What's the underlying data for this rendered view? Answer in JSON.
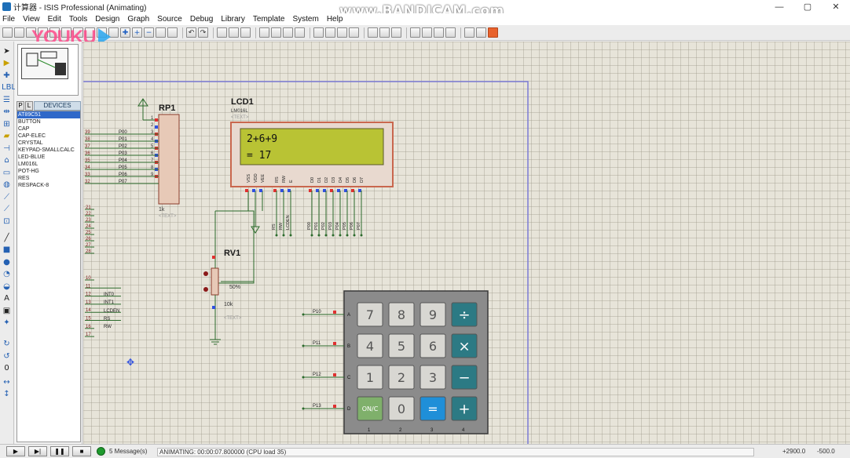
{
  "window": {
    "title": "计算器 - ISIS Professional (Animating)",
    "controls": [
      "—",
      "▢",
      "✕"
    ],
    "watermark": "www.BANDICAM.com",
    "overlay_logo": "YOUKU"
  },
  "menu": [
    "File",
    "View",
    "Edit",
    "Tools",
    "Design",
    "Graph",
    "Source",
    "Debug",
    "Library",
    "Template",
    "System",
    "Help"
  ],
  "left_panel": {
    "tab_p": "P",
    "tab_l": "L",
    "title": "DEVICES",
    "devices": [
      "AT89C51",
      "BUTTON",
      "CAP",
      "CAP-ELEC",
      "CRYSTAL",
      "KEYPAD-SMALLCALC",
      "LED-BLUE",
      "LM016L",
      "POT-HG",
      "RES",
      "RESPACK-8"
    ],
    "selected_index": 0
  },
  "schematic": {
    "rp1": {
      "name": "RP1",
      "value": "1k",
      "text": "<TEXT>",
      "pin_numbers": [
        "1",
        "2",
        "3",
        "4",
        "5",
        "6",
        "7",
        "8",
        "9"
      ]
    },
    "mcu_port0": {
      "pin_numbers": [
        "39",
        "38",
        "37",
        "36",
        "35",
        "34",
        "33",
        "32"
      ],
      "net_labels": [
        "P00",
        "P01",
        "P02",
        "P03",
        "P04",
        "P05",
        "P06",
        "P07"
      ]
    },
    "mcu_port2_pins": [
      "21",
      "22",
      "23",
      "24",
      "25",
      "26",
      "27",
      "28"
    ],
    "mcu_port1_pins": [
      "10",
      "11",
      "12",
      "13",
      "14",
      "15",
      "16",
      "17"
    ],
    "mcu_port1_labels": [
      "INT0",
      "INT1",
      "LCDEN",
      "RS",
      "RW"
    ],
    "lcd": {
      "name": "LCD1",
      "model": "LM016L",
      "text": "<TEXT>",
      "line1": "2+6+9",
      "line2": "= 17",
      "pin_labels": [
        "VSS",
        "VDD",
        "VEE",
        "RS",
        "RW",
        "E",
        "D0",
        "D1",
        "D2",
        "D3",
        "D4",
        "D5",
        "D6",
        "D7"
      ],
      "net_labels": [
        "RS",
        "RW",
        "LCDEN",
        "P00",
        "P01",
        "P02",
        "P03",
        "P04",
        "P05",
        "P06",
        "P07"
      ]
    },
    "rv1": {
      "name": "RV1",
      "value": "10k",
      "text": "<TEXT>",
      "level_percent": 50
    },
    "keypad": {
      "row_labels": [
        "A",
        "B",
        "C",
        "D"
      ],
      "row_nets": [
        "P10",
        "P11",
        "P12",
        "P13"
      ],
      "column_labels": [
        "1",
        "2",
        "3",
        "4"
      ],
      "keys": [
        [
          "7",
          "8",
          "9",
          "÷"
        ],
        [
          "4",
          "5",
          "6",
          "×"
        ],
        [
          "1",
          "2",
          "3",
          "−"
        ],
        [
          "ON/C",
          "0",
          "=",
          "+"
        ]
      ]
    }
  },
  "status": {
    "buttons": [
      "▶",
      "▶|",
      "❚❚",
      "■"
    ],
    "messages": "5 Message(s)",
    "animating": "ANIMATING: 00:00:07.800000 (CPU load 35)",
    "coord_x": "+2900.0",
    "coord_y": "-500.0"
  },
  "colors": {
    "canvas_bg": "#e7e4d9",
    "sheet_border": "#7b7bd6",
    "lcd_screen": "#b9c334",
    "lcd_frame": "#c9674e",
    "keypad_body": "#8b8b8b",
    "key_grey": "#d8d7d2",
    "key_teal": "#2c7a84",
    "key_green": "#7fb06b",
    "key_blue": "#1f8fd8",
    "wire": "#2b6a2b",
    "pin_red": "#e03030",
    "pin_blue": "#3050e0"
  }
}
